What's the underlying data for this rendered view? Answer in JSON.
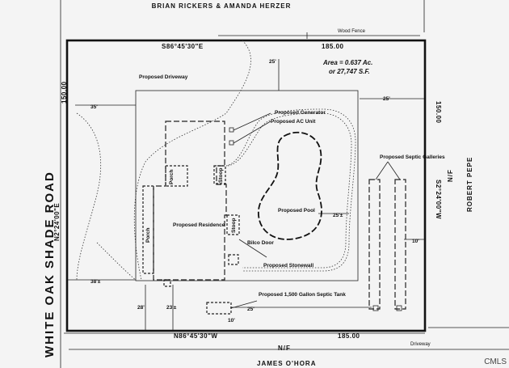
{
  "top_owner": "BRIAN RICKERS & AMANDA HERZER",
  "road_name": "WHITE OAK SHADE ROAD",
  "bottom_owner": "JAMES O'HORA",
  "right_owner": "ROBERT PEPE",
  "nf_right": "N/F",
  "nf_bottom": "N/F",
  "area_line1": "Area = 0.637 Ac.",
  "area_line2": "or 27,747 S.F.",
  "bearing_top": "S86°45'30\"E",
  "bearing_bottom": "N86°45'30\"W",
  "bearing_left": "N2°24'00\"E",
  "bearing_right": "S2°24'00\"W",
  "dist_top": "185.00",
  "dist_bottom": "185.00",
  "dist_left": "150.00",
  "dist_right": "150.00",
  "labels": {
    "wood_fence": "Wood Fence",
    "proposed_driveway": "Proposed Driveway",
    "proposed_generator": "Proposed Generator",
    "proposed_ac_unit": "Proposed AC Unit",
    "proposed_septic_galleries": "Proposed Septic Galleries",
    "proposed_pool": "Proposed Pool",
    "proposed_residence": "Proposed Residence",
    "porch_top": "Porch",
    "porch_left": "Porch",
    "stoop_top": "Stoop",
    "stoop_side": "Stoop",
    "bilco_door": "Bilco Door",
    "proposed_stonewall": "Proposed Stonewall",
    "proposed_septic_tank": "Proposed 1,500 Gallon Septic Tank",
    "driveway": "Driveway"
  },
  "setbacks": {
    "front_top": "35'",
    "top_center": "25'",
    "right_top": "25'",
    "pool_right": "25'±",
    "galleries_right": "10'",
    "front_bottom": "38'±",
    "bottom_left": "28'",
    "bottom_mid": "23'±",
    "septic_bottom": "25'",
    "tank": "10'"
  },
  "watermark": "CMLS"
}
